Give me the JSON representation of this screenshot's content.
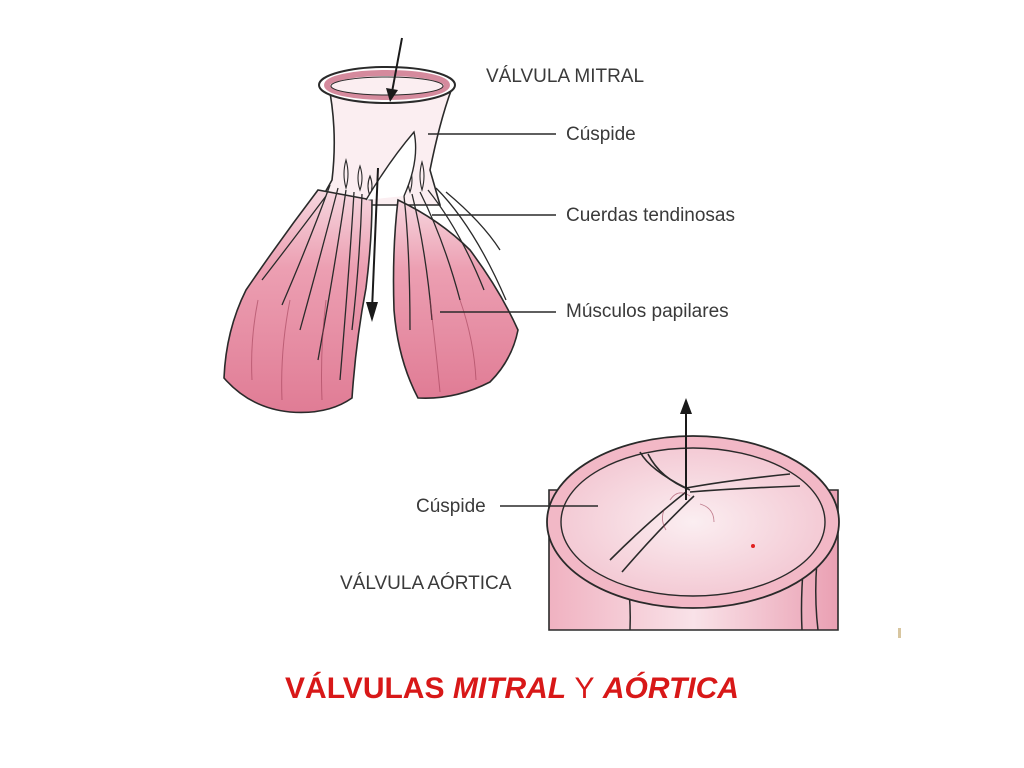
{
  "mitral": {
    "title": "VÁLVULA MITRAL",
    "cusp_label": "Cúspide",
    "chordae_label": "Cuerdas tendinosas",
    "papillary_label": "Músculos papilares"
  },
  "aortic": {
    "title": "VÁLVULA AÓRTICA",
    "cusp_label": "Cúspide"
  },
  "slide_title": {
    "part1": "VÁLVULAS",
    "part2": "MITRAL",
    "part3": "Y",
    "part4": "AÓRTICA"
  },
  "colors": {
    "muscle_pink": "#e58aa0",
    "tissue_light": "#f7dce3",
    "outline": "#2a2a2a",
    "title_red": "#d81818"
  }
}
